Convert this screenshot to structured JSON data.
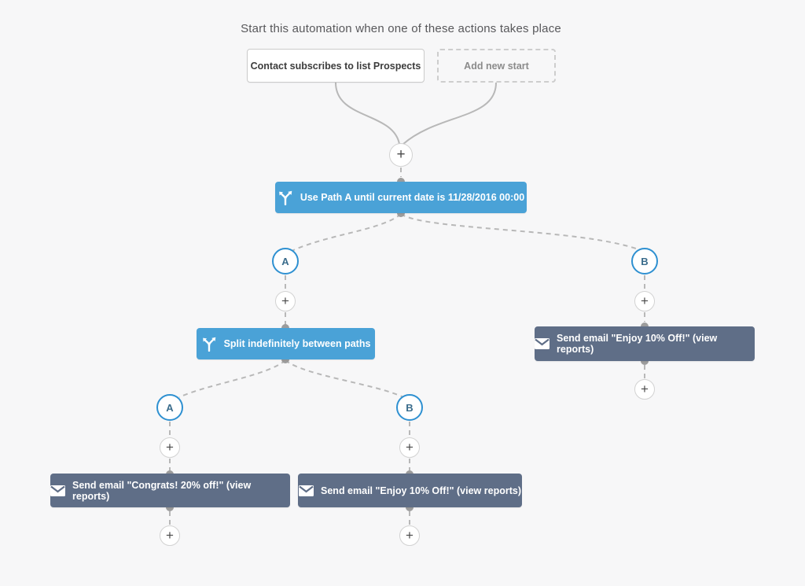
{
  "header": {
    "title": "Start this automation when one of these actions takes place"
  },
  "start_nodes": {
    "trigger": {
      "label": "Contact subscribes to list Prospects"
    },
    "add_new": {
      "label": "Add new start"
    }
  },
  "nodes": {
    "wait_split": {
      "label": "Use Path A until current date is 11/28/2016 00:00",
      "icon": "split-arrows-icon",
      "color": "#4aa2d7"
    },
    "split": {
      "label": "Split indefinitely between paths",
      "icon": "split-arrows-icon",
      "color": "#4aa2d7"
    },
    "email_enjoy_top": {
      "label": "Send email \"Enjoy 10% Off!\" (view reports)",
      "icon": "envelope-icon",
      "color": "#5f6e87"
    },
    "email_congrats": {
      "label": "Send email \"Congrats! 20% off!\" (view reports)",
      "icon": "envelope-icon",
      "color": "#5f6e87"
    },
    "email_enjoy_bottom": {
      "label": "Send email \"Enjoy 10% Off!\" (view reports)",
      "icon": "envelope-icon",
      "color": "#5f6e87"
    }
  },
  "branches": {
    "a": "A",
    "b": "B"
  },
  "glyphs": {
    "plus": "+"
  },
  "colors": {
    "background": "#f7f7f8",
    "node_blue": "#4aa2d7",
    "node_slate": "#5f6e87",
    "branch_circle_border": "#2e90d1",
    "connector_line": "#b8b8b8",
    "connector_dot": "#9c9c9c",
    "title_text": "#58585b"
  }
}
